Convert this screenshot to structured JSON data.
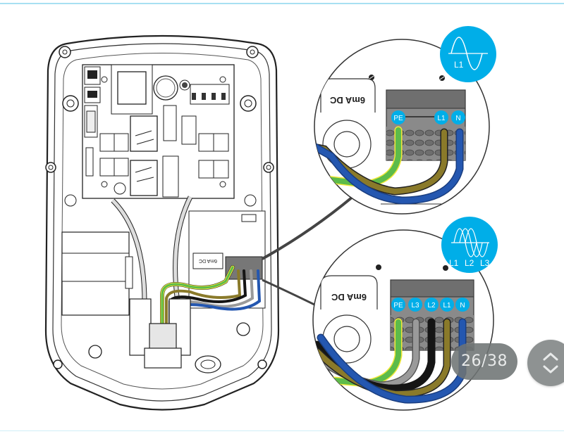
{
  "viewer": {
    "page_counter": "26/38",
    "current_page": 26,
    "total_pages": 38,
    "nav_icon": "chevron-up-down-icon"
  },
  "diagram": {
    "subject": "Charger wiring: open enclosure with terminal block detail views",
    "colors": {
      "accent_blue": "#00aee8",
      "wire_pe_green": "#5dbb4a",
      "wire_pe_yellow": "#f2e83a",
      "wire_brown": "#8a7a2a",
      "wire_blue": "#2457b0",
      "wire_black": "#151515",
      "wire_grey": "#9a9a9a",
      "terminal_grey": "#7a7a7a",
      "line_dark": "#333333"
    },
    "single_phase": {
      "badge_label": "L1",
      "badge_icon": "sine-wave-icon",
      "sensor_label": "6mA DC",
      "terminals": [
        "PE",
        "L1",
        "N"
      ]
    },
    "three_phase": {
      "badge_labels": [
        "L1",
        "L2",
        "L3"
      ],
      "badge_icon": "three-phase-wave-icon",
      "sensor_label": "6mA DC",
      "terminals": [
        "PE",
        "L3",
        "L2",
        "L1",
        "N"
      ]
    },
    "main_unit": {
      "sensor_label": "6mA DC"
    }
  }
}
